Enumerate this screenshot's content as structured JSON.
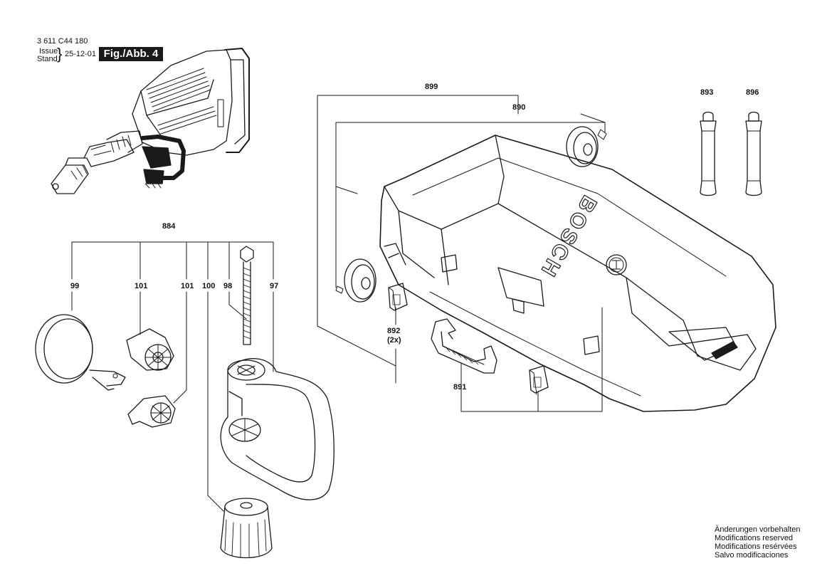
{
  "header": {
    "part_number": "3 611 C44 180",
    "issue_label": "Issue",
    "stand_label": "Stand",
    "brace": "}",
    "date": "25-12-01",
    "figure_label": "Fig./Abb. 4"
  },
  "callouts": {
    "c884": "884",
    "c99": "99",
    "c101a": "101",
    "c101b": "101",
    "c100": "100",
    "c98": "98",
    "c97": "97",
    "c899": "899",
    "c890": "890",
    "c892": "892",
    "c892_qty": "(2x)",
    "c891": "891",
    "c893": "893",
    "c896": "896"
  },
  "case_brand": "BOSCH",
  "notes": [
    "Änderungen vorbehalten",
    "Modifications reserved",
    "Modifications resérvées",
    "Salvo modificaciones"
  ],
  "colors": {
    "line": "#1a1a1a",
    "badge_background": "#1a1a1a",
    "badge_text": "#ffffff"
  }
}
